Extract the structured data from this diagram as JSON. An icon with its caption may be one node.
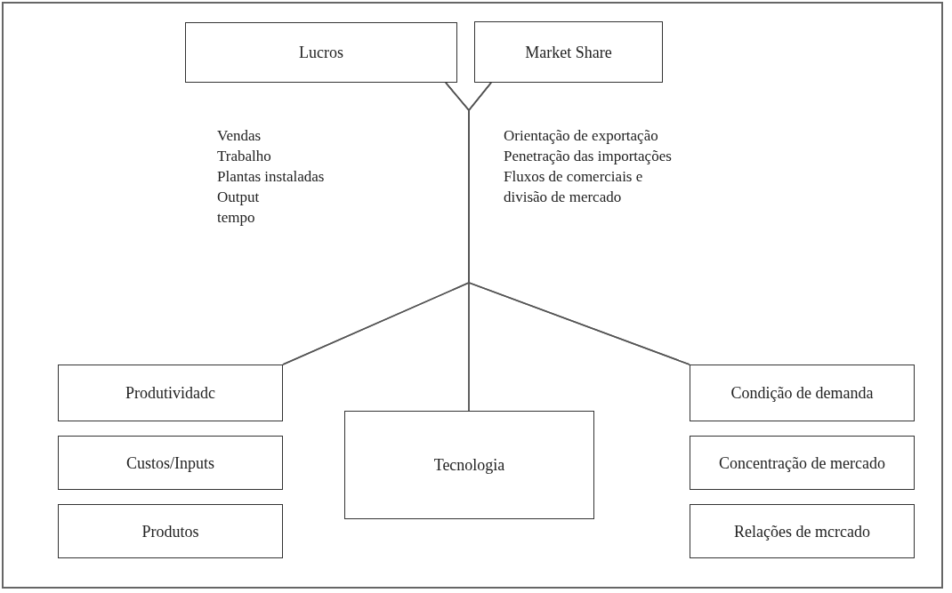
{
  "diagram": {
    "nodes": [
      {
        "text": [
          "Lucros"
        ],
        "beside": [
          "Vendas",
          "Trabalho",
          "Plantas instaladas",
          "Output",
          "tempo"
        ]
      },
      {
        "text": [
          "Market Share"
        ],
        "beside": [
          "Orientação de exportação",
          "Penetração das importações",
          "Fluxos de comerciais e divisão de mercado"
        ]
      },
      {
        "text": [
          "Produtividadc"
        ]
      },
      {
        "text": [
          "Custos/Inputs"
        ]
      },
      {
        "text": [
          "Produtos"
        ]
      },
      {
        "text": [
          "Tecnologia"
        ]
      },
      {
        "text": [
          "Condição de demanda"
        ]
      },
      {
        "text": [
          "Concentração de mercado"
        ]
      },
      {
        "text": [
          "Relações de mcrcado"
        ]
      }
    ],
    "edges": [
      {
        "from": 0,
        "to": 2,
        "arrow": "none"
      },
      {
        "from": 0,
        "to": 5,
        "arrow": "none"
      },
      {
        "from": 0,
        "to": 6,
        "arrow": "none"
      },
      {
        "from": 1,
        "to": 2,
        "arrow": "none"
      },
      {
        "from": 1,
        "to": 5,
        "arrow": "none"
      },
      {
        "from": 1,
        "to": 6,
        "arrow": "none"
      }
    ]
  }
}
